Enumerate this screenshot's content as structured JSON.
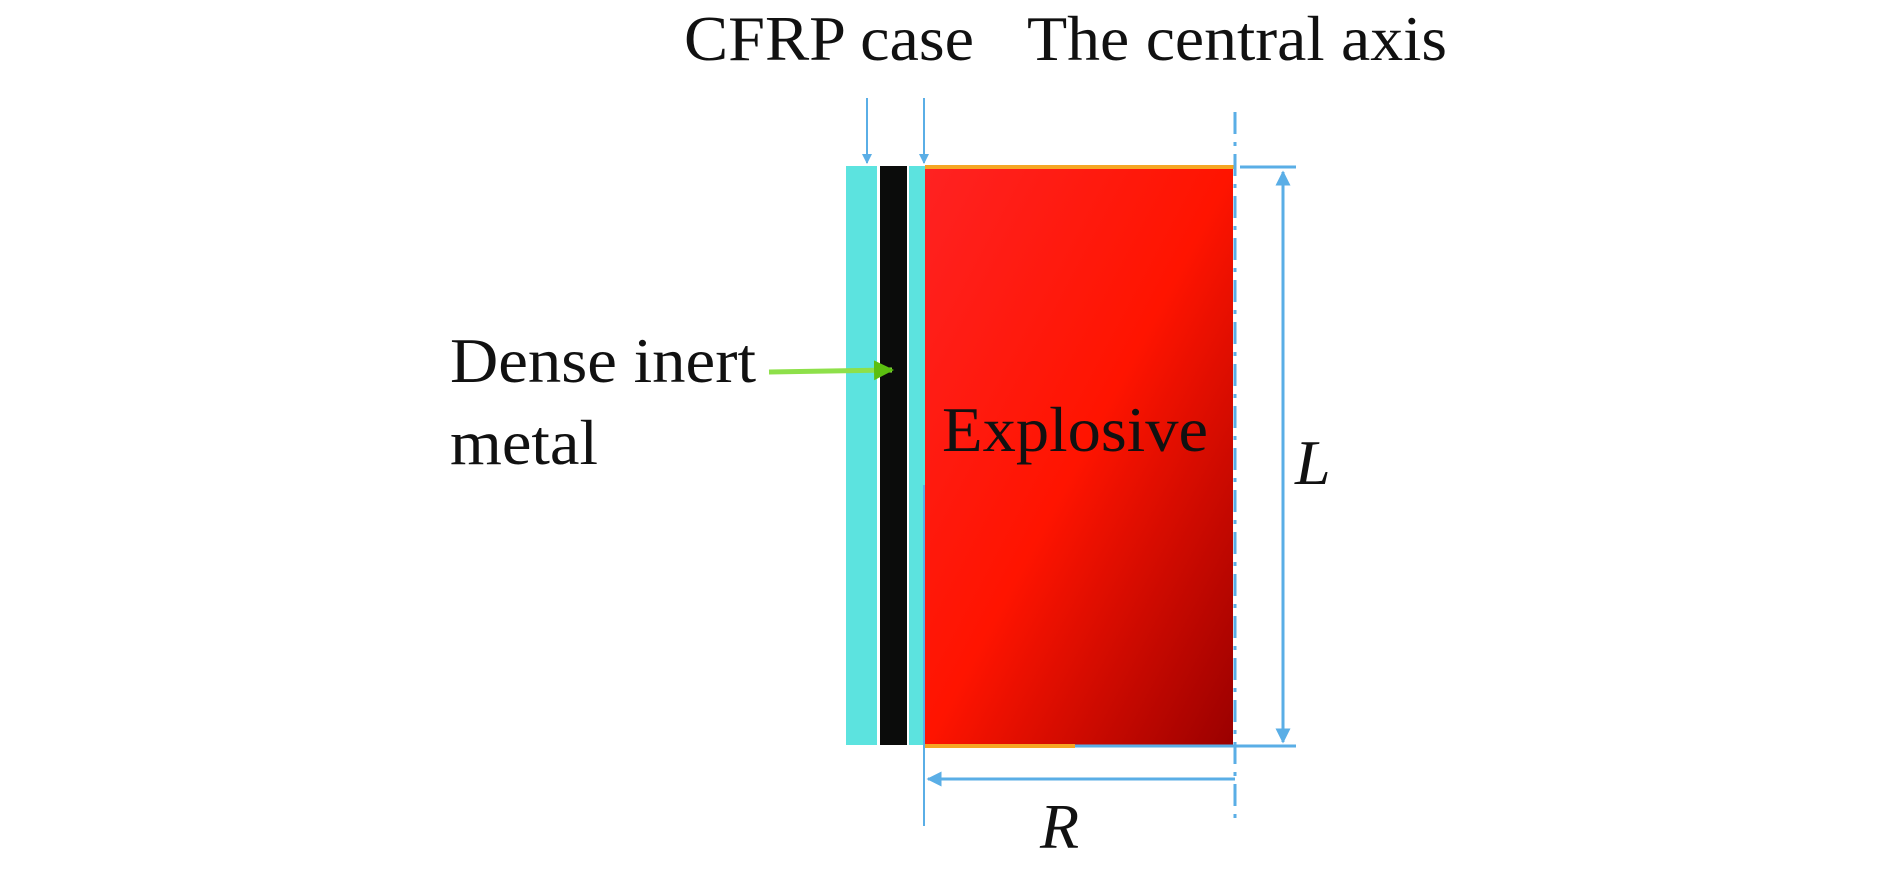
{
  "labels": {
    "cfrp_case": "CFRP case",
    "central_axis": "The central axis",
    "dense_inert_line1": "Dense inert",
    "dense_inert_line2": "metal",
    "explosive": "Explosive",
    "length": "L",
    "radius": "R"
  },
  "colors": {
    "cfrp": "#5ce3df",
    "metal": "#0b0c0b",
    "explosive_light": "#ff1f1f",
    "explosive_dark": "#9a0000",
    "edge": "#f5a623",
    "dimension": "#5aaee6",
    "pointer": "#6ccf1a"
  }
}
